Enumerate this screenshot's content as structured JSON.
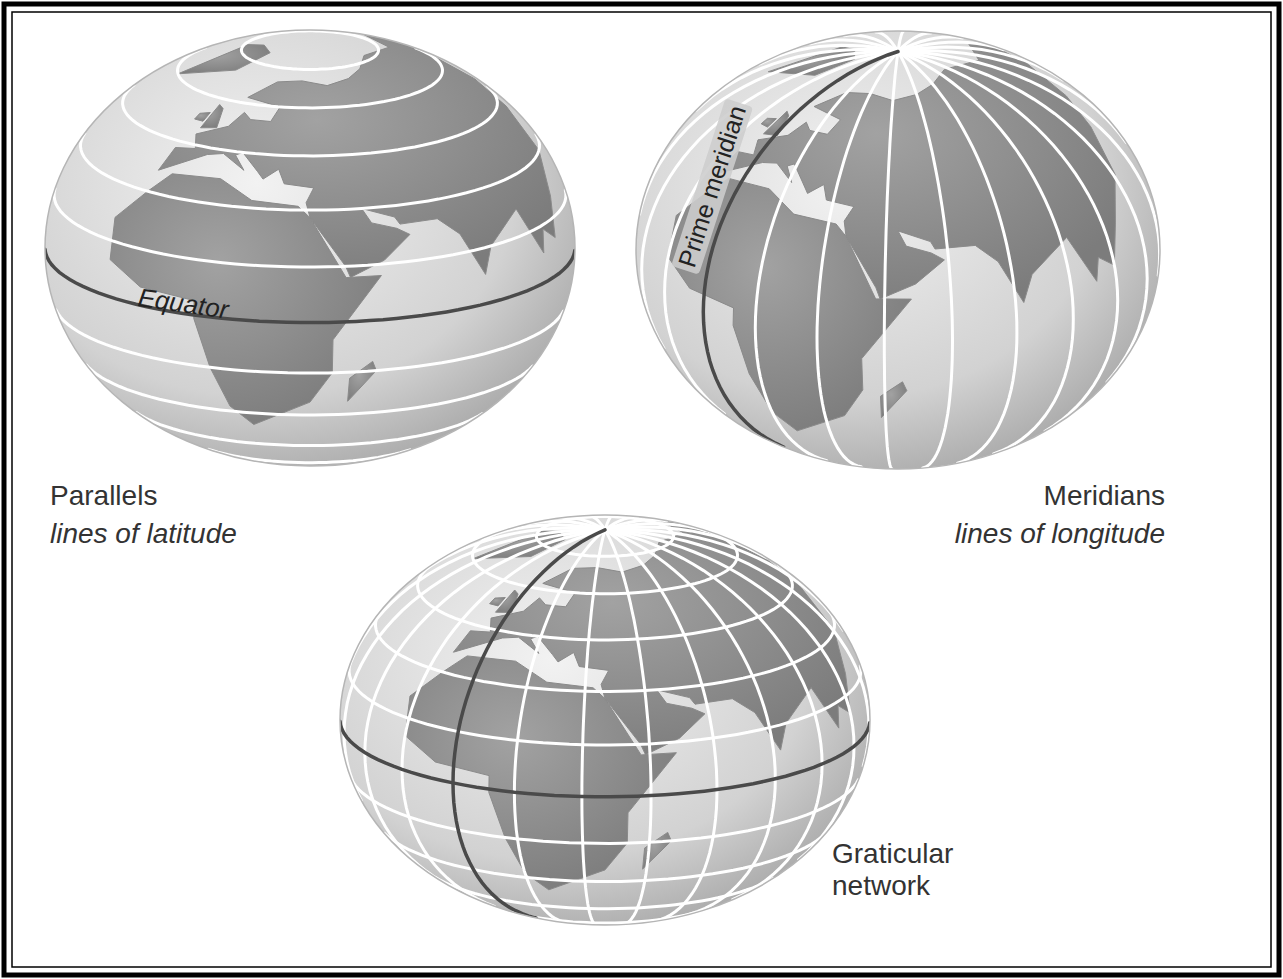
{
  "diagram": {
    "labels": [
      "Equator",
      "Prime meridian",
      "Parallels",
      "lines of latitude",
      "Meridians",
      "lines of longitude",
      "Graticular network"
    ]
  }
}
